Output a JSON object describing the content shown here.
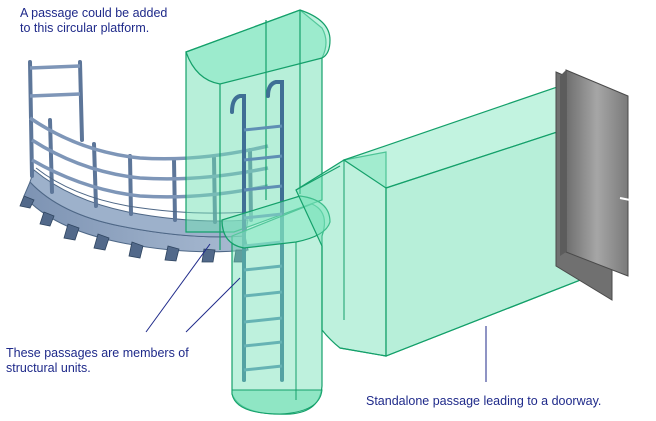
{
  "annotations": {
    "platform_note": {
      "line1": "A passage could be added",
      "line2": "to this circular platform."
    },
    "members_note": {
      "line1": "These passages are members of",
      "line2": "structural units."
    },
    "standalone_note": "Standalone passage leading to a doorway."
  },
  "colors": {
    "passage_fill": "#6fe0b4",
    "passage_edge": "#14a06a",
    "steel": "#8fa5c2",
    "steel_dark": "#4e6786",
    "door": "#8e8e8e",
    "door_frame": "#5c5c5c",
    "callout_text": "#1f2a8a",
    "leader_line": "#1f2a8a"
  }
}
